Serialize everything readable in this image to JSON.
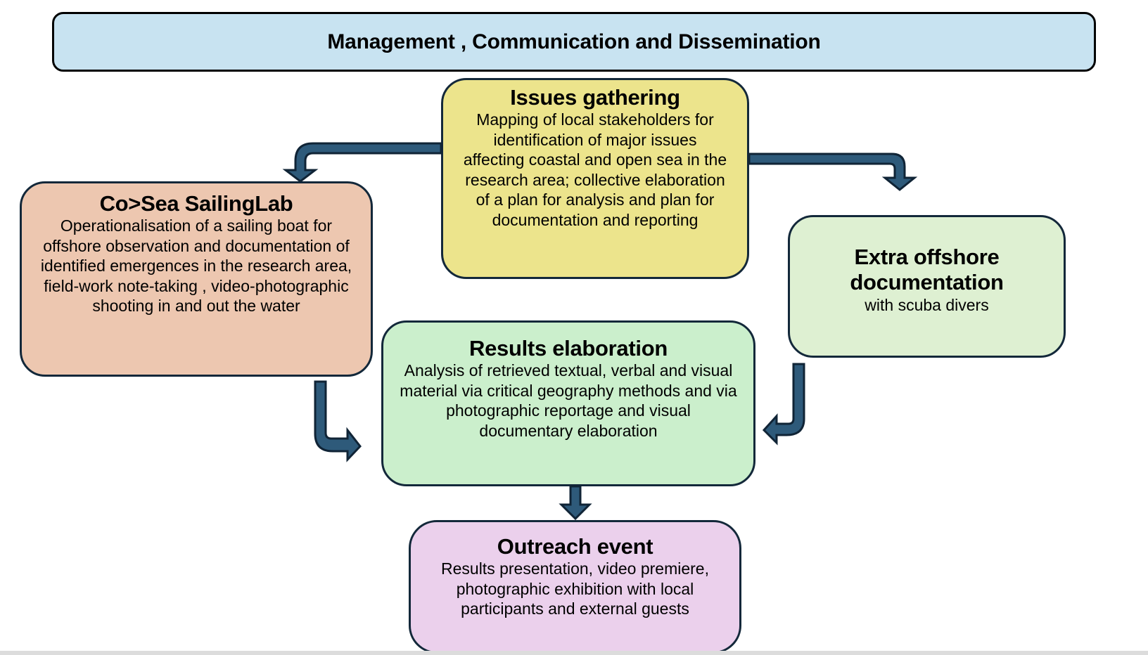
{
  "header": {
    "title": "Management , Communication and Dissemination"
  },
  "nodes": {
    "issues": {
      "title": "Issues gathering",
      "body": "Mapping of local stakeholders for identification of major issues affecting coastal and open sea in the research area; collective elaboration of a plan for analysis and plan for documentation and reporting",
      "color": "#ece48c"
    },
    "sailing": {
      "title": "Co>Sea SailingLab",
      "body": "Operationalisation of a sailing boat for offshore observation and documentation of identified emergences in the research area, field-work note-taking , video-photographic shooting in and out the water",
      "color": "#edc7b0"
    },
    "extra": {
      "title": "Extra offshore documentation",
      "body": "with scuba divers",
      "color": "#def0d2"
    },
    "results": {
      "title": "Results elaboration",
      "body": "Analysis of retrieved textual, verbal and visual material via critical geography methods and via photographic reportage and visual documentary elaboration",
      "color": "#cbefcc"
    },
    "outreach": {
      "title": "Outreach event",
      "body": "Results presentation, video premiere, photographic exhibition with local participants and external guests",
      "color": "#ebd0ec"
    }
  },
  "edges": [
    {
      "from": "Issues gathering",
      "to": "Co>Sea SailingLab"
    },
    {
      "from": "Issues gathering",
      "to": "Extra offshore documentation"
    },
    {
      "from": "Co>Sea SailingLab",
      "to": "Results elaboration"
    },
    {
      "from": "Extra offshore documentation",
      "to": "Results elaboration"
    },
    {
      "from": "Results elaboration",
      "to": "Outreach event"
    }
  ],
  "colors": {
    "arrow": "#2e5a7a",
    "outline": "#13283a",
    "header": "#c8e3f1"
  }
}
